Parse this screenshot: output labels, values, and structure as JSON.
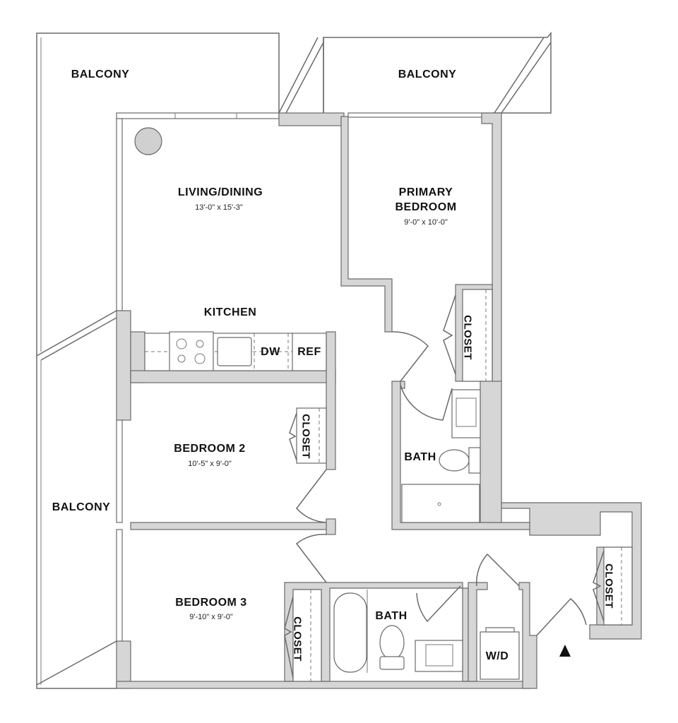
{
  "rooms": {
    "balcony_top_left": "BALCONY",
    "balcony_top_right": "BALCONY",
    "balcony_left": "BALCONY",
    "living": {
      "name": "LIVING/DINING",
      "dims": "13'-0\" x 15'-3\""
    },
    "kitchen": "KITCHEN",
    "primary": {
      "name_line1": "PRIMARY",
      "name_line2": "BEDROOM",
      "dims": "9'-0\" x 10'-0\""
    },
    "bedroom2": {
      "name": "BEDROOM 2",
      "dims": "10'-5\" x 9'-0\""
    },
    "bedroom3": {
      "name": "BEDROOM 3",
      "dims": "9'-10\" x 9'-0\""
    },
    "bath_primary": "BATH",
    "bath_hall": "BATH",
    "closet": "CLOSET",
    "dishwasher": "DW",
    "refrigerator": "REF",
    "washer_dryer": "W/D"
  },
  "entry_marker": "entry-arrow-icon",
  "colors": {
    "wall": "#d6d6d6",
    "line": "#6a6a6a"
  }
}
